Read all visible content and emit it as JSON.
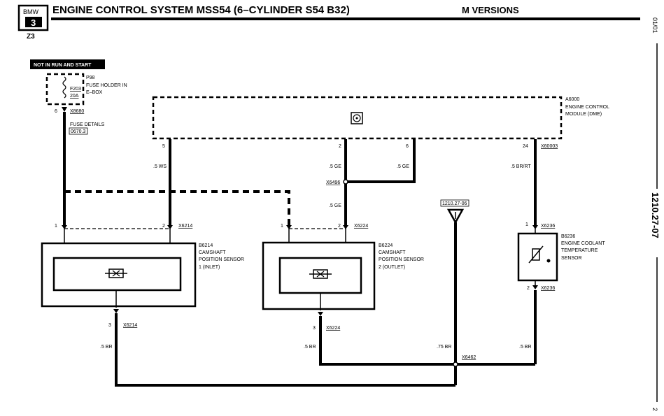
{
  "header": {
    "title": "ENGINE CONTROL SYSTEM MSS54 (6–CYLINDER S54 B32)",
    "version": "M VERSIONS",
    "logo_brand": "BMW",
    "logo_model": "3",
    "model": "Z3"
  },
  "side": {
    "date": "01/01",
    "page_code": "1210.27-07",
    "page_num": "2"
  },
  "fuse": {
    "notice": "NOT IN RUN AND START",
    "holder_id": "P98",
    "holder_line1": "FUSE HOLDER IN",
    "holder_line2": "E–BOX",
    "fuse_id": "F203",
    "fuse_rating": "20A",
    "pin": "6",
    "connector": "X8680",
    "details_label": "FUSE DETAILS",
    "details_ref": "0670.3"
  },
  "dme": {
    "id": "A6000",
    "line1": "ENGINE CONTROL",
    "line2": "MODULE (DME)",
    "pins": [
      "5",
      "2",
      "6",
      "24"
    ],
    "connector": "X60003"
  },
  "wires": {
    "ws": ".5 WS",
    "ge1": ".5 GE",
    "ge2": ".5 GE",
    "ge3": ".5 GE",
    "brrt": ".5 BR/RT",
    "br1": ".5 BR",
    "br2": ".5 BR",
    "br3": ".75 BR",
    "br4": ".5 BR",
    "splice_ge": "X6496",
    "splice_br": "X6462"
  },
  "ground": {
    "ref": "1210.27-06"
  },
  "sensor1": {
    "id": "B6214",
    "line1": "CAMSHAFT",
    "line2": "POSITION SENSOR",
    "line3": "1 (INLET)",
    "pin1": "1",
    "pin2": "2",
    "pin3": "3",
    "connector_top": "X6214",
    "connector_bottom": "X6214"
  },
  "sensor2": {
    "id": "B6224",
    "line1": "CAMSHAFT",
    "line2": "POSITION SENSOR",
    "line3": "2 (OUTLET)",
    "pin1": "1",
    "pin2": "2",
    "pin3": "3",
    "connector_top": "X6224",
    "connector_bottom": "X6224"
  },
  "coolant": {
    "id": "B6236",
    "line1": "ENGINE COOLANT",
    "line2": "TEMPERATURE",
    "line3": "SENSOR",
    "pin1": "1",
    "pin2": "2",
    "connector_top": "X6236",
    "connector_bottom": "X6236"
  }
}
